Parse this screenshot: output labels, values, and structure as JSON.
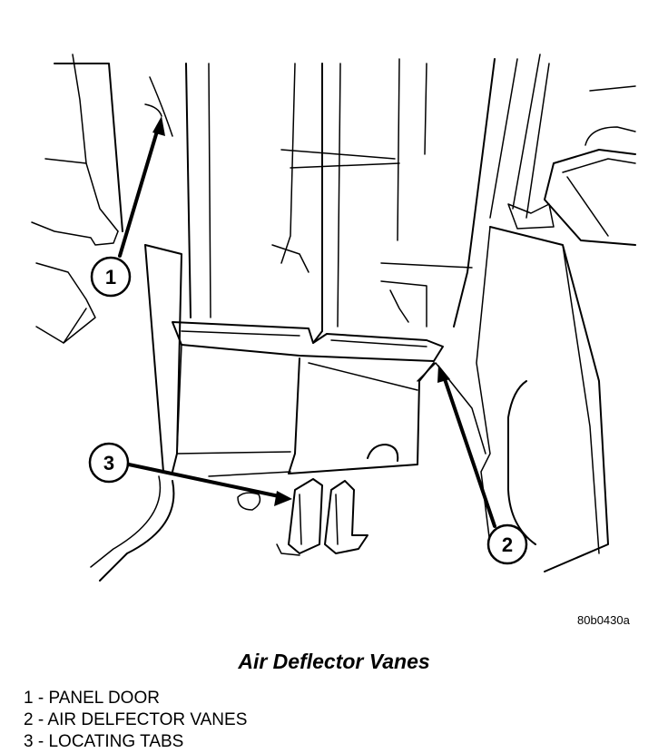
{
  "figure_id": "80b0430a",
  "caption": "Air Deflector Vanes",
  "callouts": [
    {
      "number": "1",
      "label": "PANEL DOOR"
    },
    {
      "number": "2",
      "label": "AIR DELFECTOR VANES"
    },
    {
      "number": "3",
      "label": "LOCATING TABS"
    }
  ],
  "legend": [
    {
      "number": "1",
      "separator": " - ",
      "text": "PANEL DOOR"
    },
    {
      "number": "2",
      "separator": " - ",
      "text": "AIR DELFECTOR VANES"
    },
    {
      "number": "3",
      "separator": " - ",
      "text": "LOCATING TABS"
    }
  ]
}
